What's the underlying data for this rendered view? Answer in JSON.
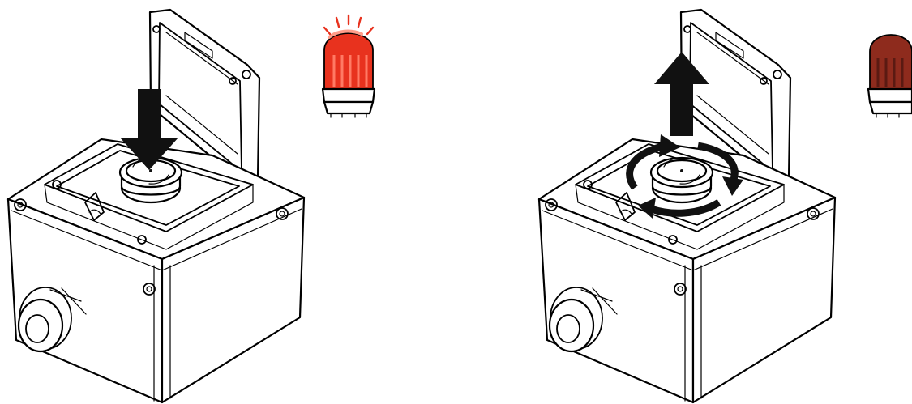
{
  "illustrations": [
    {
      "action": "press",
      "arrows": [
        "arrow-down-icon"
      ],
      "beacon": {
        "state": "on",
        "color": "#e8321e",
        "glow_color": "#e8321e"
      }
    },
    {
      "action": "twist-and-pull",
      "arrows": [
        "arrow-up-icon",
        "rotate-arrows-icon"
      ],
      "beacon": {
        "state": "off",
        "color": "#8e2b1d"
      }
    }
  ],
  "colors": {
    "outline": "#000000",
    "arrow": "#111111",
    "background": "#ffffff"
  }
}
